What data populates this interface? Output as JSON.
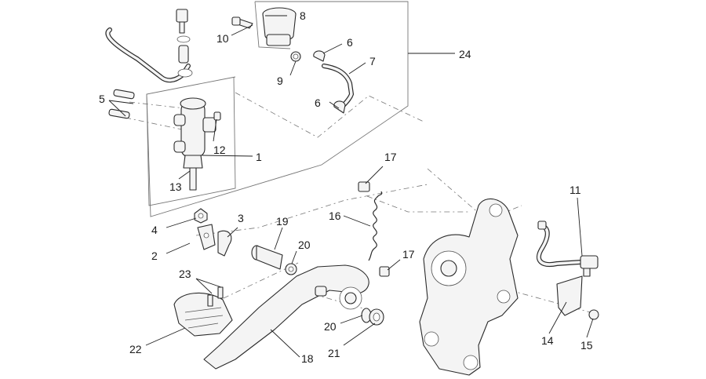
{
  "callouts": [
    {
      "label": "1"
    },
    {
      "label": "2"
    },
    {
      "label": "3"
    },
    {
      "label": "4"
    },
    {
      "label": "5"
    },
    {
      "label": "6"
    },
    {
      "label": "6"
    },
    {
      "label": "7"
    },
    {
      "label": "8"
    },
    {
      "label": "9"
    },
    {
      "label": "10"
    },
    {
      "label": "11"
    },
    {
      "label": "12"
    },
    {
      "label": "13"
    },
    {
      "label": "14"
    },
    {
      "label": "15"
    },
    {
      "label": "16"
    },
    {
      "label": "17"
    },
    {
      "label": "17"
    },
    {
      "label": "18"
    },
    {
      "label": "19"
    },
    {
      "label": "20"
    },
    {
      "label": "20"
    },
    {
      "label": "21"
    },
    {
      "label": "22"
    },
    {
      "label": "23"
    },
    {
      "label": "24"
    }
  ]
}
